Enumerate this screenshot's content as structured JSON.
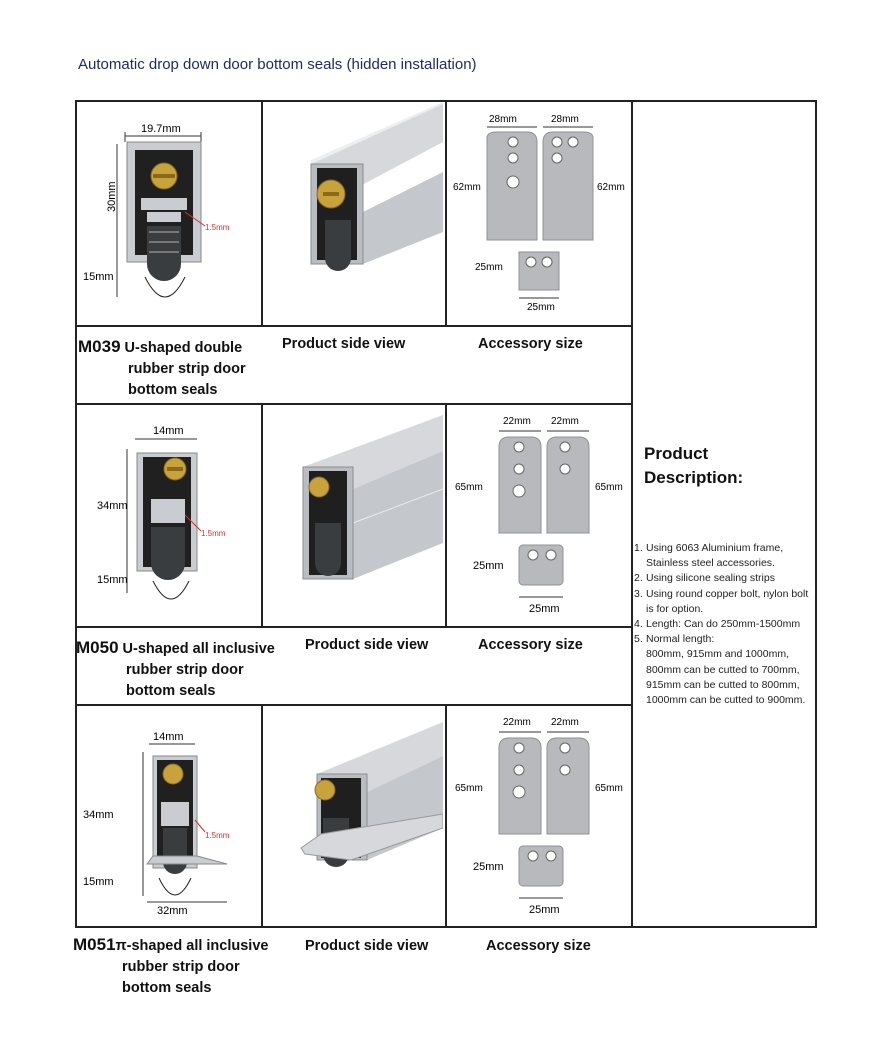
{
  "title": "Automatic drop down door bottom seals (hidden installation)",
  "products": [
    {
      "model": "M039",
      "name_lines": [
        "U-shaped double",
        "rubber strip door",
        "bottom seals"
      ],
      "side_view_label": "Product side view",
      "accessory_label": "Accessory size",
      "dims": {
        "width": "19.7mm",
        "height": "30mm",
        "gap": "1.5mm",
        "drop": "15mm"
      },
      "accessory": {
        "w1": "28mm",
        "w2": "28mm",
        "h1": "62mm",
        "h2": "62mm",
        "small_h": "25mm",
        "small_w": "25mm"
      }
    },
    {
      "model": "M050",
      "name_lines": [
        "U-shaped all inclusive",
        "rubber strip door",
        "bottom seals"
      ],
      "side_view_label": "Product side view",
      "accessory_label": "Accessory size",
      "dims": {
        "width": "14mm",
        "height": "34mm",
        "gap": "1.5mm",
        "drop": "15mm"
      },
      "accessory": {
        "w1": "22mm",
        "w2": "22mm",
        "h1": "65mm",
        "h2": "65mm",
        "small_h": "25mm",
        "small_w": "25mm"
      }
    },
    {
      "model": "M051",
      "name_lines": [
        "π-shaped all inclusive",
        "rubber strip door",
        "bottom seals"
      ],
      "side_view_label": "Product side view",
      "accessory_label": "Accessory size",
      "dims": {
        "width": "14mm",
        "height": "34mm",
        "gap": "1.5mm",
        "drop": "15mm",
        "base": "32mm"
      },
      "accessory": {
        "w1": "22mm",
        "w2": "22mm",
        "h1": "65mm",
        "h2": "65mm",
        "small_h": "25mm",
        "small_w": "25mm"
      }
    }
  ],
  "description": {
    "title_lines": [
      "Product",
      "Description:"
    ],
    "items": [
      {
        "num": "1.",
        "text": "Using 6063 Aluminium frame, Stainless steel accessories."
      },
      {
        "num": "2.",
        "text": "Using silicone sealing strips"
      },
      {
        "num": "3.",
        "text": "Using round copper bolt, nylon bolt is for option."
      },
      {
        "num": "4.",
        "text": "Length: Can do 250mm-1500mm"
      },
      {
        "num": "5.",
        "text": "Normal length:"
      },
      {
        "num": "",
        "text": "800mm, 915mm and 1000mm,"
      },
      {
        "num": "",
        "text": "800mm can be cutted to 700mm,"
      },
      {
        "num": "",
        "text": "915mm can be cutted to 800mm,"
      },
      {
        "num": "",
        "text": "1000mm can be cutted to 900mm."
      }
    ]
  },
  "colors": {
    "frame": "#222222",
    "title": "#1f2a66",
    "aluminium": "#c9ccd0",
    "brass": "#c8a23a",
    "rubber": "#3a3d40",
    "dim_red": "#d6332a",
    "steel": "#b7b9bc"
  }
}
